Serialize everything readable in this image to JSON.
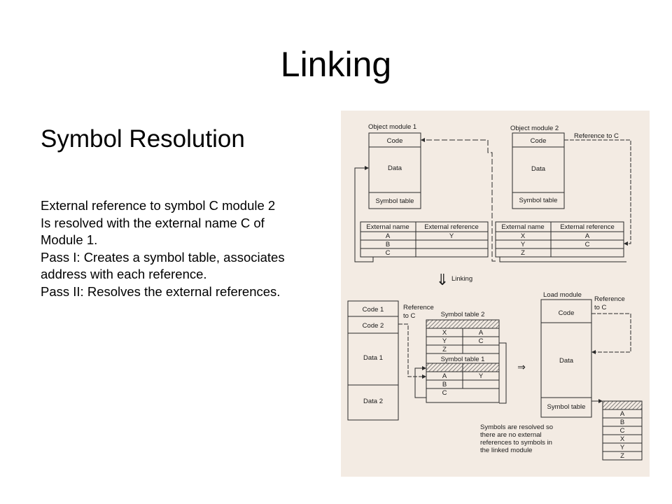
{
  "slide": {
    "title": "Linking",
    "subtitle": "Symbol Resolution",
    "body": [
      "External reference to symbol C module 2",
      "Is resolved with the external name C of",
      "Module 1.",
      "Pass I: Creates a symbol table, associates",
      "address with each reference.",
      "Pass II: Resolves the external references."
    ]
  },
  "figure": {
    "colors": {
      "background": "#f3ebe3",
      "line": "#2a2a2a",
      "hatch": "#555555"
    },
    "module1": {
      "title": "Object module 1",
      "code": "Code",
      "data": "Data",
      "symtab": "Symbol table",
      "headers": [
        "External name",
        "External reference"
      ],
      "rows": [
        [
          "A",
          "Y"
        ],
        [
          "B",
          ""
        ],
        [
          "C",
          ""
        ]
      ]
    },
    "module2": {
      "title": "Object module 2",
      "ref_label": "Reference to C",
      "code": "Code",
      "data": "Data",
      "symtab": "Symbol table",
      "headers": [
        "External name",
        "External reference"
      ],
      "rows": [
        [
          "X",
          "A"
        ],
        [
          "Y",
          "C"
        ],
        [
          "Z",
          ""
        ]
      ]
    },
    "linking_label": "Linking",
    "linking_arrow": "⇓",
    "combined": {
      "code1": "Code 1",
      "code2": "Code 2",
      "data1": "Data 1",
      "data2": "Data 2",
      "ref_line1": "Reference",
      "ref_line2": "to C"
    },
    "symtab2": {
      "title": "Symbol table 2",
      "rows": [
        [
          "X",
          "A"
        ],
        [
          "Y",
          "C"
        ],
        [
          "Z",
          ""
        ]
      ]
    },
    "symtab1": {
      "title": "Symbol table 1",
      "rows": [
        [
          "A",
          "Y"
        ],
        [
          "B",
          ""
        ],
        [
          "C",
          ""
        ]
      ]
    },
    "implies_arrow": "⇒",
    "load_module": {
      "title": "Load module",
      "ref_line1": "Reference",
      "ref_line2": "to C",
      "code": "Code",
      "data": "Data",
      "symtab": "Symbol table",
      "resolved": [
        "A",
        "B",
        "C",
        "X",
        "Y",
        "Z"
      ]
    },
    "note": [
      "Symbols are resolved so",
      "there are no external",
      "references to symbols in",
      "the linked module"
    ]
  }
}
